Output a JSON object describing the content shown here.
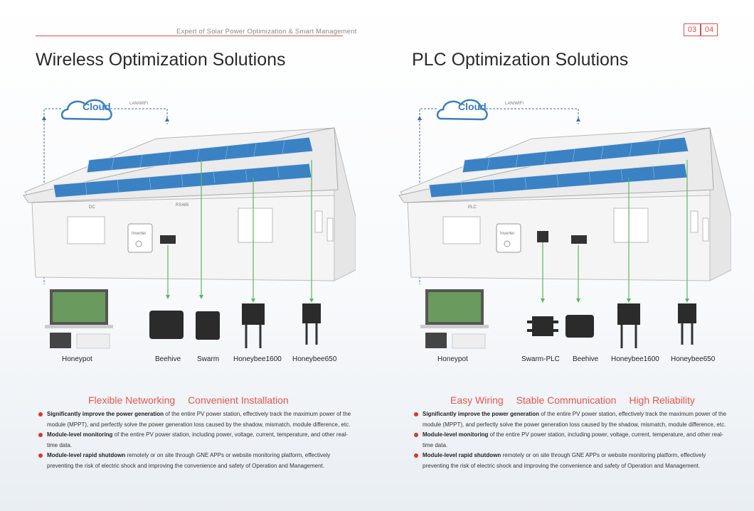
{
  "header": {
    "tagline": "Expert of Solar Power Optimization & Smart Management",
    "page_left": "03",
    "page_right": "04"
  },
  "left": {
    "title": "Wireless Optimization Solutions",
    "cloud_label": "Cloud",
    "lan_label": "LAN/WIFI",
    "dc_label": "DC",
    "rs485_label": "RS485",
    "inverter_label": "Inverter",
    "devices": [
      "Honeypot",
      "Beehive",
      "Swarm",
      "Honeybee1600",
      "Honeybee650"
    ],
    "features": [
      "Flexible Networking",
      "Convenient Installation"
    ],
    "bullets": [
      {
        "bold": "Significantly improve the power generation",
        "text": " of the entire PV power station, effectively track the maximum power of the module (MPPT), and perfectly solve the power generation loss caused by the shadow, mismatch, module difference, etc."
      },
      {
        "bold": "Module-level monitoring",
        "text": " of the entire PV power station, including power, voltage, current, temperature, and other real-time data."
      },
      {
        "bold": "Module-level rapid shutdown",
        "text": " remotely or on site through GNE APPs or website monitoring platform, effectively preventing the risk of electric shock and improving the convenience and safety of Operation and Management."
      }
    ]
  },
  "right": {
    "title": "PLC Optimization Solutions",
    "cloud_label": "Cloud",
    "lan_label": "LAN/WIFI",
    "plc_label": "PLC",
    "inverter_label": "Inverter",
    "devices": [
      "Honeypot",
      "Swarm-PLC",
      "Beehive",
      "Honeybee1600",
      "Honeybee650"
    ],
    "features": [
      "Easy Wiring",
      "Stable Communication",
      "High Reliability"
    ],
    "bullets": [
      {
        "bold": "Significantly improve the power generation",
        "text": " of the entire PV power station, effectively track the maximum power of the module (MPPT), and perfectly solve the power generation loss caused by the shadow, mismatch, module difference, etc."
      },
      {
        "bold": "Module-level monitoring",
        "text": " of the entire PV power station, including power, voltage, current, temperature, and other real-time data."
      },
      {
        "bold": "Module-level rapid shutdown",
        "text": " remotely or on site through GNE APPs or website monitoring platform, effectively preventing the risk of electric shock and improving the convenience and safety of Operation and Management."
      }
    ]
  },
  "colors": {
    "accent": "#e8554d",
    "bullet": "#e0322c",
    "cloud": "#3a7fc1",
    "panel": "#3b82c4",
    "wire_green": "#5cb85c",
    "wire_blue": "#3a6fb0"
  }
}
